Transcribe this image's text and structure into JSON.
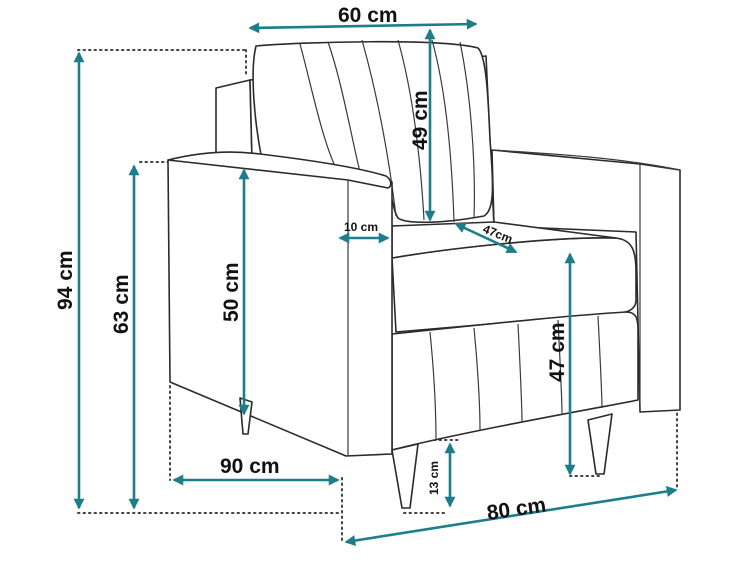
{
  "diagram": {
    "subject": "armchair",
    "accent_color": "#1d7e8a",
    "line_color": "#2b2b2b",
    "dimensions": {
      "backrest_width": "60 cm",
      "cushion_height": "49 cm",
      "armrest_width": "10 cm",
      "seat_depth": "47cm",
      "total_height": "94 cm",
      "armrest_height": "63 cm",
      "armrest_side_height": "50 cm",
      "seat_height": "47 cm",
      "depth": "90 cm",
      "leg_height": "13 cm",
      "total_width": "80 cm"
    }
  }
}
